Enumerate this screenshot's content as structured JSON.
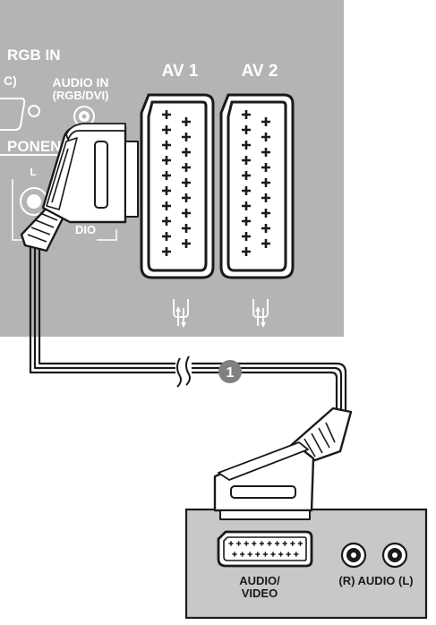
{
  "tv_panel": {
    "color": "#b4b4b4",
    "rgb_in_label": "RGB IN",
    "pc_label": "(PC)",
    "pc_visible": "C)",
    "audio_in_label_line1": "AUDIO IN",
    "audio_in_label_line2": "(RGB/DVI)",
    "component_label": "COMPONENT",
    "component_visible": "PONENT",
    "l_label": "L",
    "audio_label": "AUDIO",
    "audio_visible": "DIO",
    "av1_label": "AV 1",
    "av2_label": "AV 2",
    "scart_symbol_icon": "scart-antenna-icon"
  },
  "cable": {
    "step_number": "1",
    "break_mark_icon": "cable-break-icon"
  },
  "device_panel": {
    "color": "#c8c8c8",
    "audio_video_line1": "AUDIO/",
    "audio_video_line2": "VIDEO",
    "audio_rl_label": "(R) AUDIO (L)"
  }
}
